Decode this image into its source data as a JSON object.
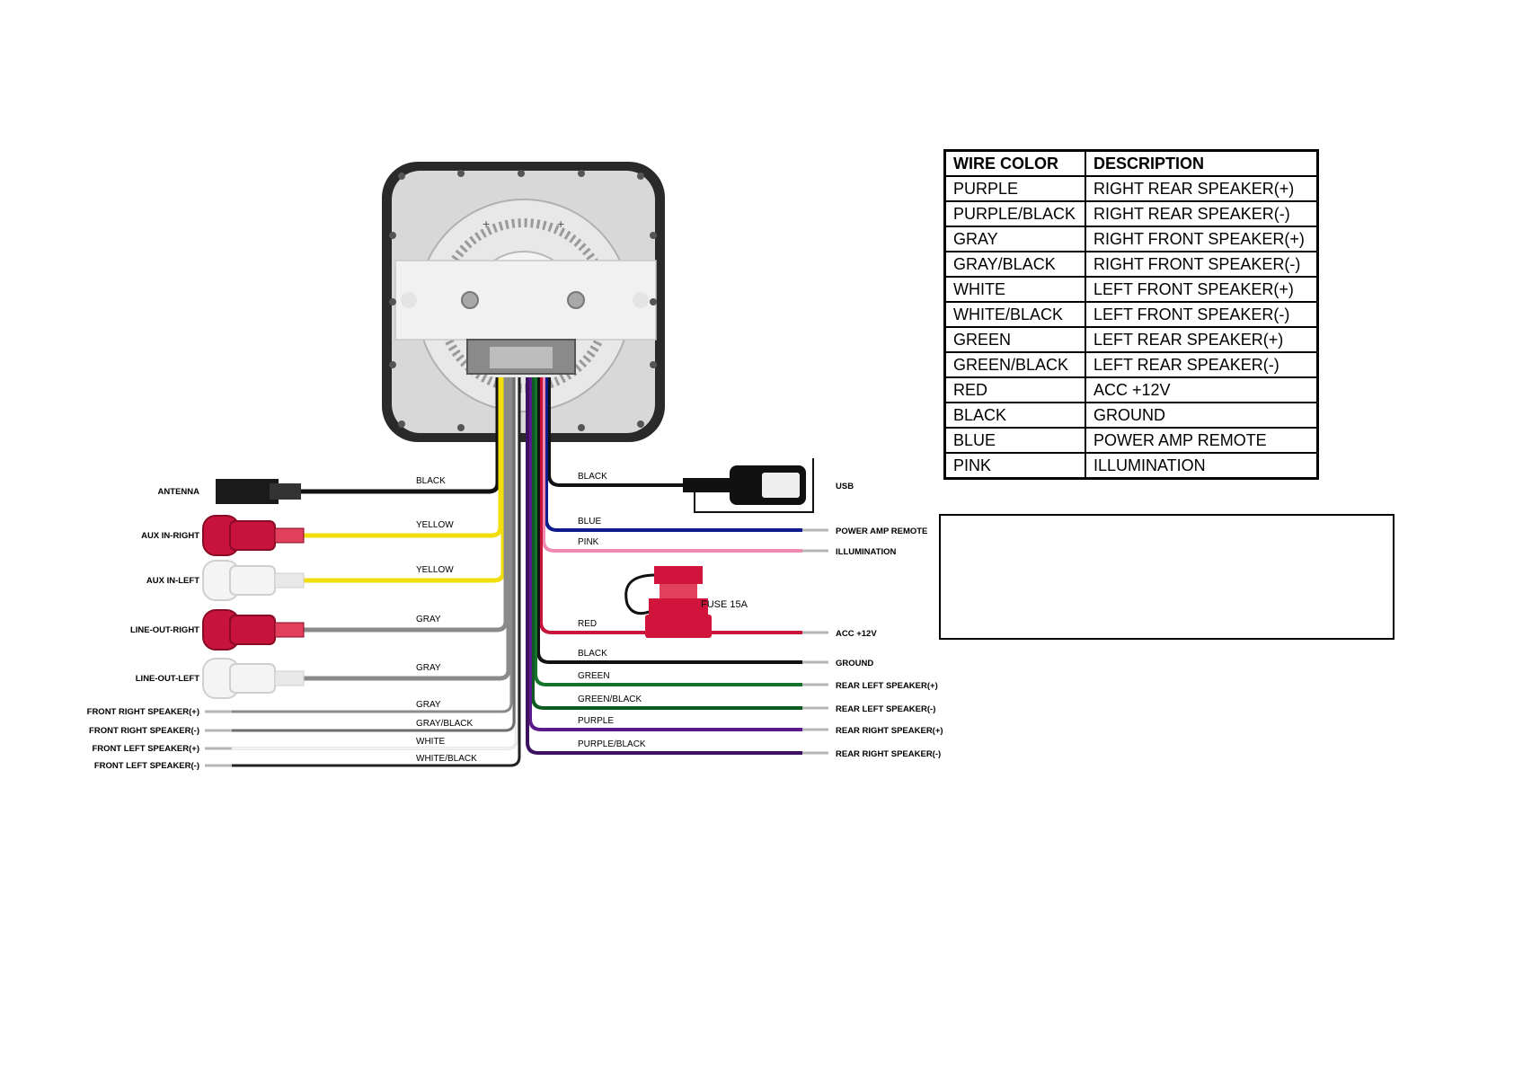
{
  "table": {
    "headers": [
      "WIRE COLOR",
      "DESCRIPTION"
    ],
    "rows": [
      [
        "PURPLE",
        "RIGHT REAR SPEAKER(+)"
      ],
      [
        "PURPLE/BLACK",
        "RIGHT REAR SPEAKER(-)"
      ],
      [
        "GRAY",
        "RIGHT FRONT SPEAKER(+)"
      ],
      [
        "GRAY/BLACK",
        "RIGHT FRONT SPEAKER(-)"
      ],
      [
        "WHITE",
        "LEFT FRONT SPEAKER(+)"
      ],
      [
        "WHITE/BLACK",
        "LEFT FRONT SPEAKER(-)"
      ],
      [
        "GREEN",
        "LEFT REAR SPEAKER(+)"
      ],
      [
        "GREEN/BLACK",
        "LEFT REAR SPEAKER(-)"
      ],
      [
        "RED",
        "ACC +12V"
      ],
      [
        "BLACK",
        "GROUND"
      ],
      [
        "BLUE",
        "POWER AMP REMOTE"
      ],
      [
        "PINK",
        "ILLUMINATION"
      ]
    ]
  },
  "left_wires": [
    {
      "connector": "ANTENNA",
      "wire": "BLACK",
      "color": "#111111",
      "kind": "antenna"
    },
    {
      "connector": "AUX IN-RIGHT",
      "wire": "YELLOW",
      "color": "#f2de0a",
      "kind": "rca-red"
    },
    {
      "connector": "AUX IN-LEFT",
      "wire": "YELLOW",
      "color": "#f2de0a",
      "kind": "rca-white"
    },
    {
      "connector": "LINE-OUT-RIGHT",
      "wire": "GRAY",
      "color": "#8a8a8a",
      "kind": "rca-red"
    },
    {
      "connector": "LINE-OUT-LEFT",
      "wire": "GRAY",
      "color": "#8a8a8a",
      "kind": "rca-white"
    },
    {
      "connector": "FRONT RIGHT SPEAKER(+)",
      "wire": "GRAY",
      "color": "#8a8a8a",
      "kind": "lead"
    },
    {
      "connector": "FRONT RIGHT SPEAKER(-)",
      "wire": "GRAY/BLACK",
      "color": "#6e6e6e",
      "kind": "lead"
    },
    {
      "connector": "FRONT LEFT SPEAKER(+)",
      "wire": "WHITE",
      "color": "#e6e6e6",
      "kind": "lead"
    },
    {
      "connector": "FRONT LEFT SPEAKER(-)",
      "wire": "WHITE/BLACK",
      "color": "#222222",
      "kind": "lead"
    }
  ],
  "right_wires": [
    {
      "connector": "USB",
      "wire": "BLACK",
      "color": "#111111",
      "kind": "usb"
    },
    {
      "connector": "POWER AMP REMOTE",
      "wire": "BLUE",
      "color": "#0f1a8c",
      "kind": "lead"
    },
    {
      "connector": "ILLUMINATION",
      "wire": "PINK",
      "color": "#f08ab0",
      "kind": "lead"
    },
    {
      "connector": "ACC +12V",
      "wire": "RED",
      "color": "#c8143c",
      "kind": "fuse"
    },
    {
      "connector": "GROUND",
      "wire": "BLACK",
      "color": "#111111",
      "kind": "lead"
    },
    {
      "connector": "REAR LEFT SPEAKER(+)",
      "wire": "GREEN",
      "color": "#14732a",
      "kind": "lead"
    },
    {
      "connector": "REAR LEFT SPEAKER(-)",
      "wire": "GREEN/BLACK",
      "color": "#0e5a22",
      "kind": "lead"
    },
    {
      "connector": "REAR RIGHT SPEAKER(+)",
      "wire": "PURPLE",
      "color": "#5a1a8a",
      "kind": "lead"
    },
    {
      "connector": "REAR RIGHT SPEAKER(-)",
      "wire": "PURPLE/BLACK",
      "color": "#3e1060",
      "kind": "lead"
    }
  ],
  "fuse": {
    "label": "FUSE 15A",
    "color": "#d0143c"
  }
}
